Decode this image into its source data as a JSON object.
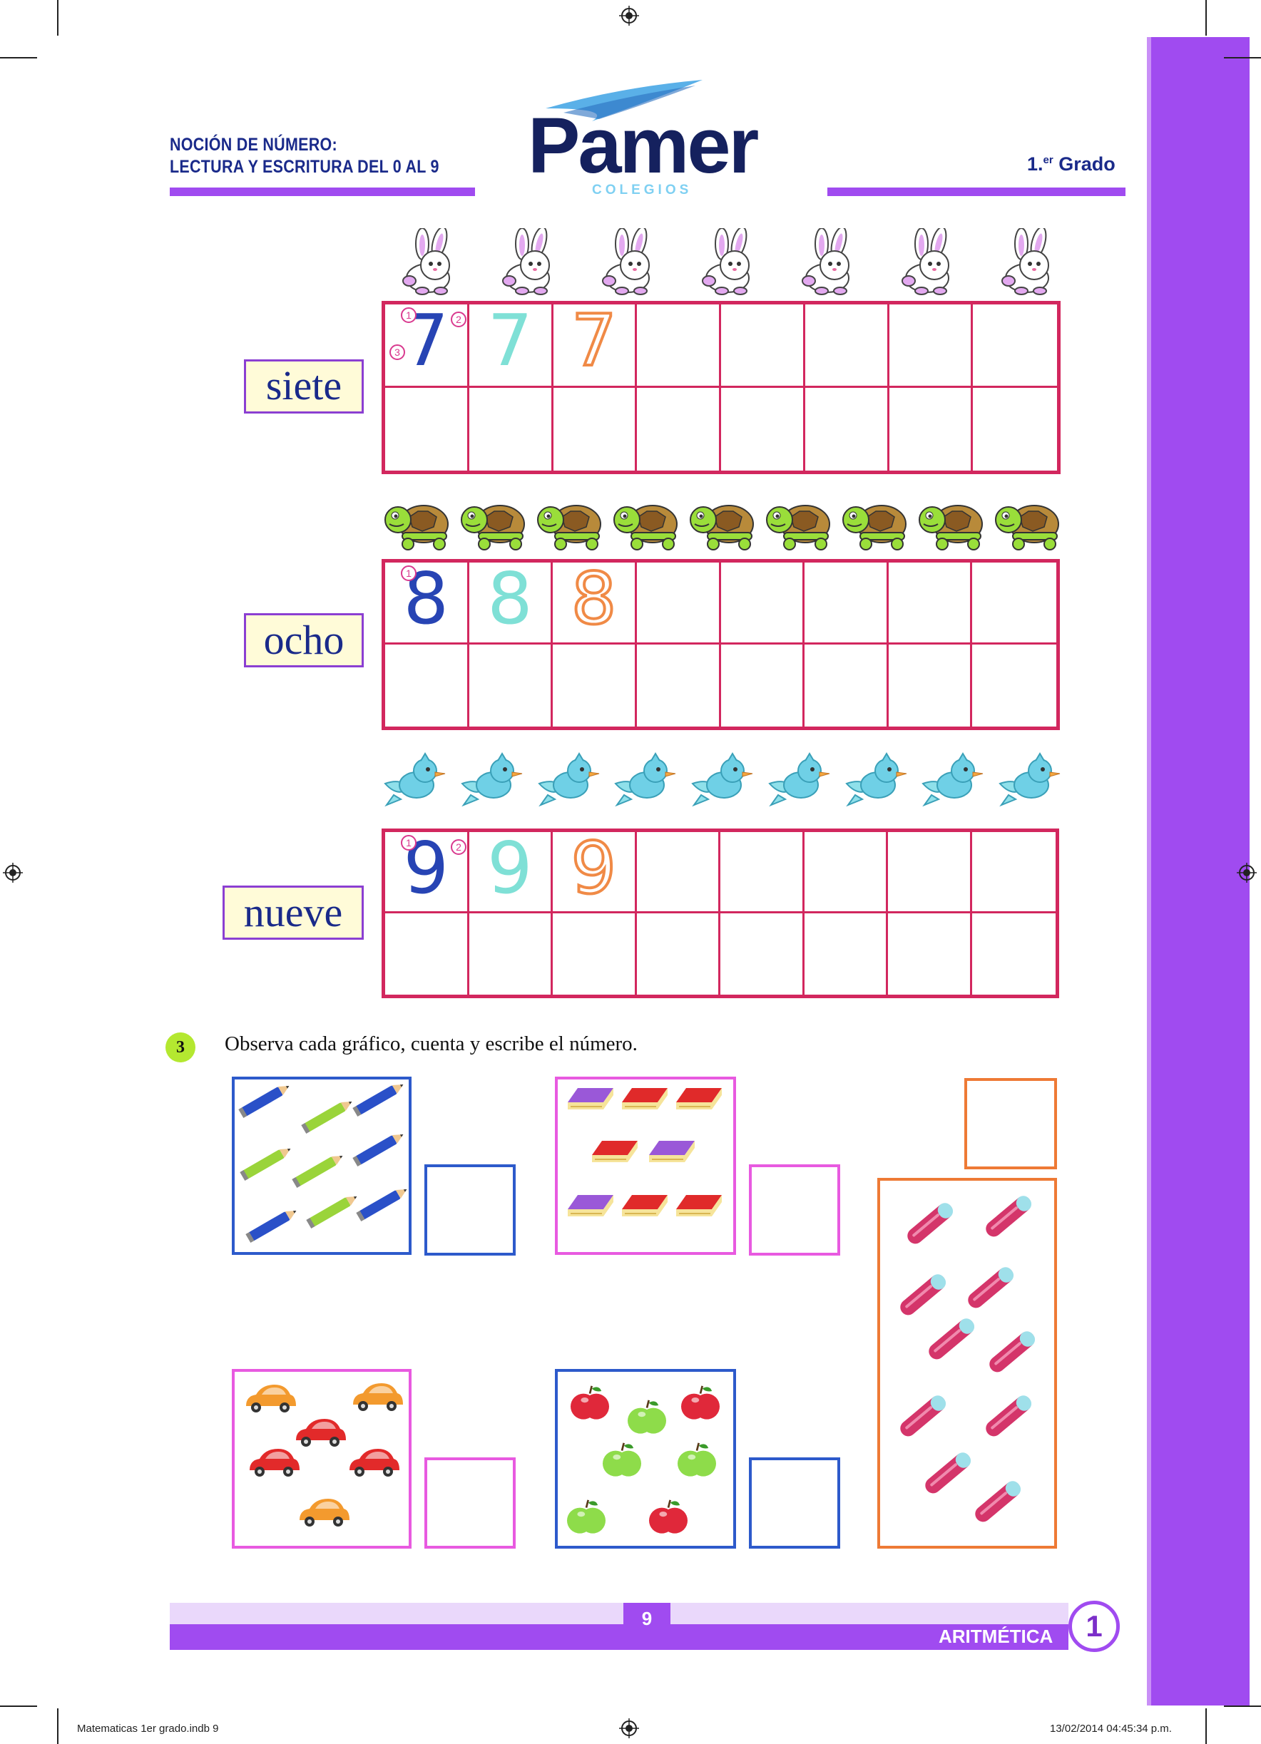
{
  "header": {
    "title_line1": "NOCIÓN DE NÚMERO:",
    "title_line2": "LECTURA Y ESCRITURA DEL 0 AL 9",
    "grade_prefix": "1.",
    "grade_sup": "er",
    "grade_word": "Grado",
    "logo_name": "Pamer",
    "logo_sub": "COLEGIOS"
  },
  "sections": [
    {
      "word": "siete",
      "digit": "7",
      "animal_icon": "rabbit-icon",
      "animal_count": 7,
      "steps": [
        "1",
        "2",
        "3"
      ]
    },
    {
      "word": "ocho",
      "digit": "8",
      "animal_icon": "turtle-icon",
      "animal_count": 9,
      "steps": [
        "1"
      ]
    },
    {
      "word": "nueve",
      "digit": "9",
      "animal_icon": "bird-icon",
      "animal_count": 9,
      "steps": [
        "1",
        "2"
      ]
    }
  ],
  "exercise": {
    "number": "3",
    "instruction": "Observa cada gráfico, cuenta y escribe el número.",
    "groups": [
      {
        "item_icon": "pencil-icon"
      },
      {
        "item_icon": "book-icon"
      },
      {
        "item_icon": "eraser-icon"
      },
      {
        "item_icon": "car-icon"
      },
      {
        "item_icon": "apple-icon"
      }
    ]
  },
  "colors": {
    "accent_purple": "#a04bf0",
    "grid_pink": "#d2275e",
    "title_blue": "#1a2a8a",
    "dotted_orange": "#f08a46",
    "teal_trace": "#7fe0d6"
  },
  "footer": {
    "page_number": "9",
    "subject": "ARITMÉTICA",
    "unit": "1"
  },
  "slug": {
    "file": "Matematicas 1er grado.indb  9",
    "datetime": "13/02/2014   04:45:34 p.m."
  }
}
